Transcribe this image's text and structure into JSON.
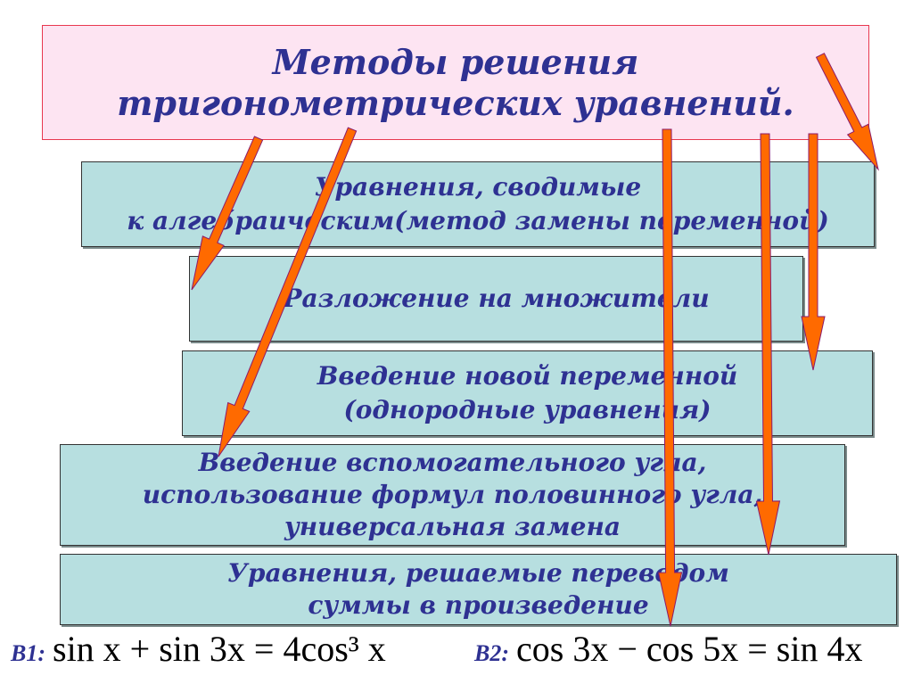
{
  "title": {
    "line1": "Методы решения",
    "line2": "тригонометрических уравнений."
  },
  "methods": [
    {
      "line1": "Уравнения, сводимые",
      "line2": "к алгебраическим(метод замены переменной)"
    },
    {
      "line1": "Разложение на множители"
    },
    {
      "line1": "Введение новой переменной",
      "line2": "(однородные уравнения)"
    },
    {
      "line1": "Введение вспомогательного угла,",
      "line2": "использование формул половинного угла,",
      "line3": "универсальная замена"
    },
    {
      "line1": "Уравнения, решаемые переводом",
      "line2": "суммы в произведение"
    }
  ],
  "equations": [
    {
      "label": "B1:",
      "text": "sin x + sin 3x = 4cos³ x"
    },
    {
      "label": "B2:",
      "text": "cos 3x − cos 5x = sin 4x"
    }
  ],
  "colors": {
    "arrow_fill": "#ff6a00",
    "arrow_outline": "#8b1a6b",
    "box_fill": "#b7dfe0",
    "title_fill": "#fde4f2",
    "text": "#2e3192"
  }
}
